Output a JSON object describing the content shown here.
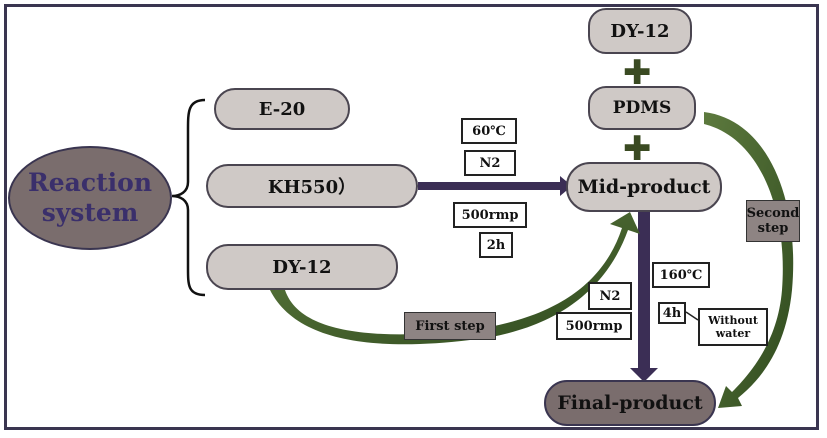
{
  "diagram": {
    "reaction_system": "Reaction system",
    "reactants": [
      "E-20",
      "KH550）",
      "DY-12"
    ],
    "mid_product": "Mid-product",
    "final_product": "Final-product",
    "top_inputs": [
      "DY-12",
      "PDMS"
    ],
    "plus_sign": "✚",
    "first_step": {
      "label": "First step",
      "conditions": [
        "60℃",
        "N2",
        "500rmp",
        "2h"
      ]
    },
    "second_step": {
      "label": "Second step",
      "conditions": [
        "160℃",
        "N2",
        "500rmp",
        "4h",
        "Without water"
      ]
    },
    "colors": {
      "pill_fill": "#cfc9c6",
      "reaction_ellipse": "#7a6d6d",
      "reaction_text": "#3a2f6b",
      "arrow_dark": "#3b2e55",
      "arrow_green": "#3f5a2a",
      "step_box": "#8e8483"
    }
  }
}
